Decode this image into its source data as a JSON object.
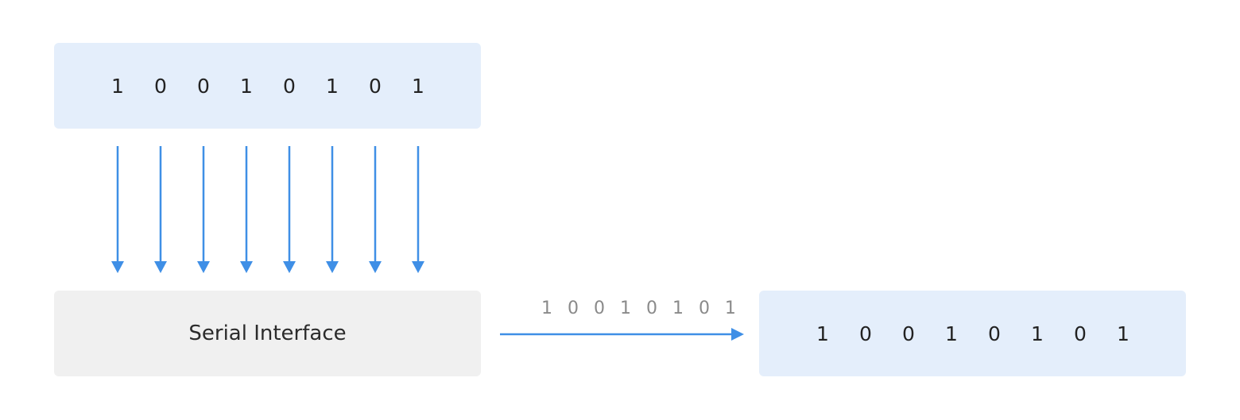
{
  "parallel_input": {
    "bits": [
      "1",
      "0",
      "0",
      "1",
      "0",
      "1",
      "0",
      "1"
    ]
  },
  "serial_interface": {
    "label": "Serial Interface"
  },
  "serial_stream": {
    "label": "1 0 0 1 0 1 0 1"
  },
  "output": {
    "bits": [
      "1",
      "0",
      "0",
      "1",
      "0",
      "1",
      "0",
      "1"
    ]
  },
  "colors": {
    "arrow": "#3f8fe6",
    "bits_box": "#e4eefb",
    "interface_box": "#f0f0f0"
  }
}
